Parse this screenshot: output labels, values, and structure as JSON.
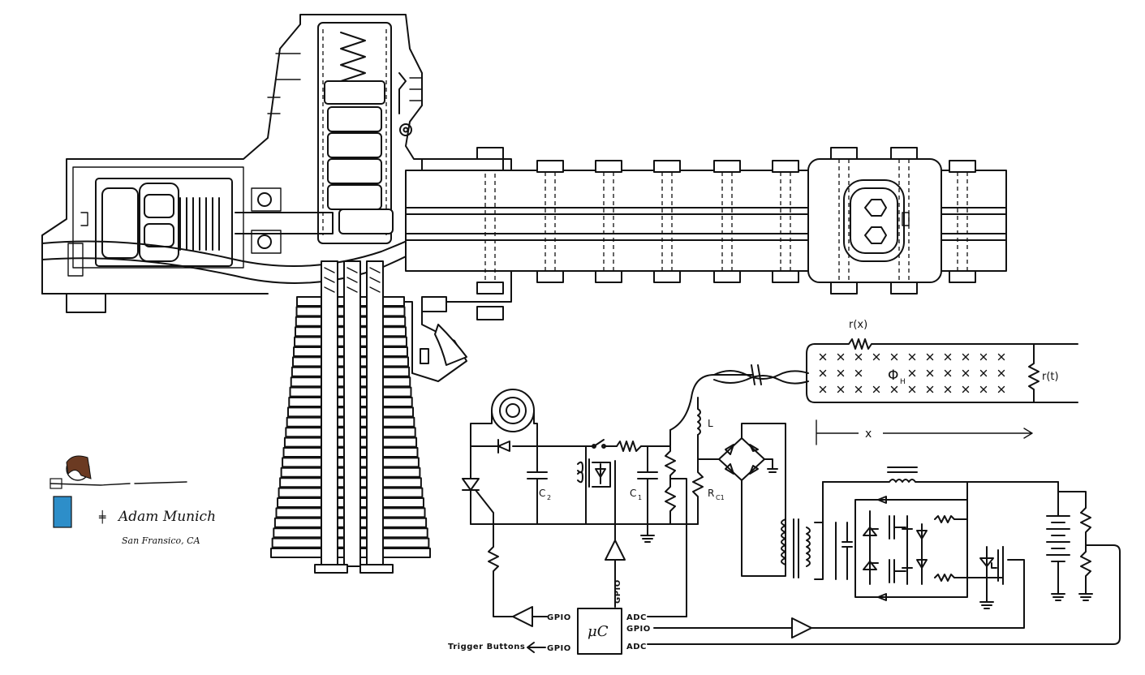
{
  "author": {
    "name": "Adam Munich",
    "location": "San Fransico, CA"
  },
  "mcu": {
    "label": "μC",
    "pins": {
      "gpio_out_top": "GPIO",
      "gpio_out_bottom": "GPIO",
      "adc_top": "ADC",
      "gpio_right": "GPIO",
      "adc_bottom": "ADC",
      "gpio_vertical": "GPIO"
    }
  },
  "trigger": {
    "label": "Trigger Buttons"
  },
  "components": {
    "c2": "C",
    "c2_sub": "2",
    "c1": "C",
    "c1_sub": "1",
    "inductor": "L",
    "resistor": "R",
    "resistor_sub": "C1"
  },
  "rail_model": {
    "r_x": "r(x)",
    "r_t": "r(t)",
    "flux": "Φ",
    "flux_sub": "H",
    "distance": "x"
  }
}
